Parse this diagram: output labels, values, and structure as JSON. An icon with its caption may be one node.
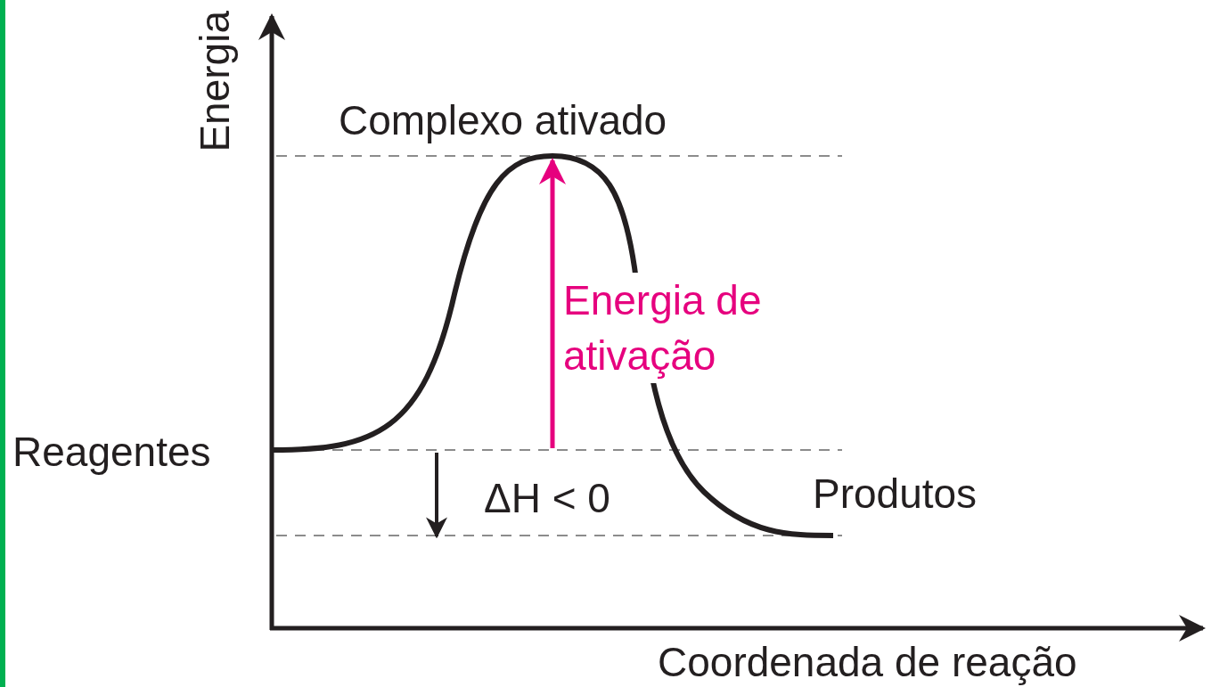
{
  "diagram": {
    "labels": [
      "Energia",
      "Complexo ativado",
      "Energia de ativação",
      "Reagentes",
      "ΔH < 0",
      "Produtos",
      "Coordenada de reação"
    ]
  }
}
